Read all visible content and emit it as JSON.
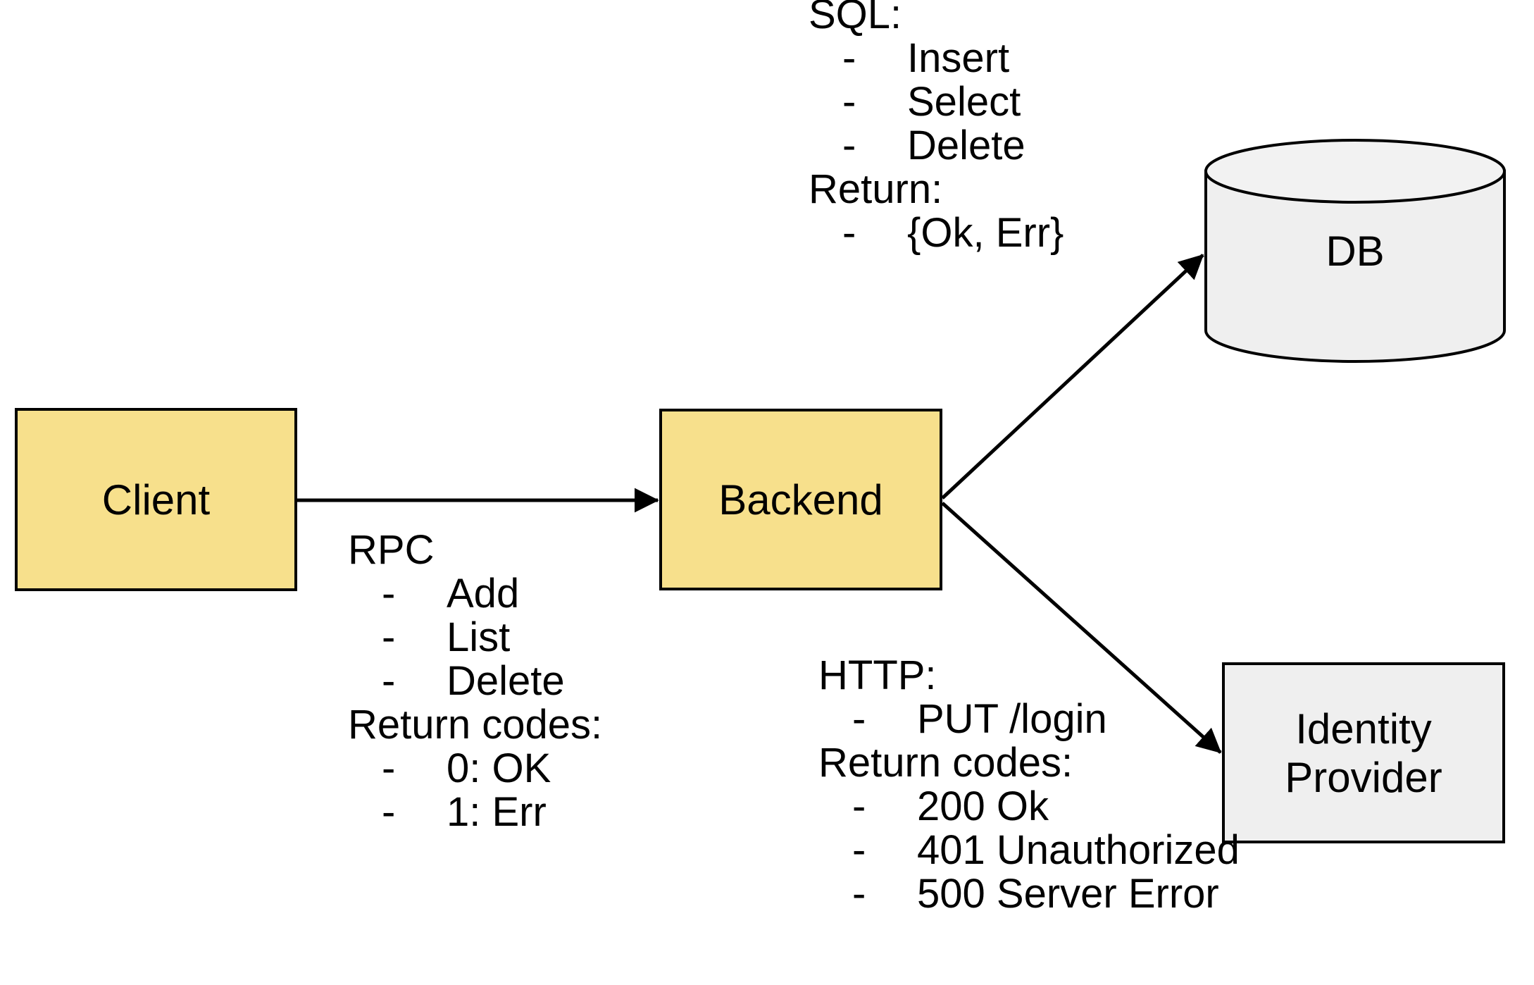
{
  "diagram": {
    "title": "Client / Backend / DB / Identity Provider architecture",
    "colors": {
      "node_fill_service": "#F7E08C",
      "node_fill_external": "#EFEFEF",
      "stroke": "#000000",
      "background": "#FFFFFF"
    }
  },
  "nodes": {
    "client": {
      "label": "Client",
      "shape": "rectangle",
      "fill": "#F7E08C"
    },
    "backend": {
      "label": "Backend",
      "shape": "rectangle",
      "fill": "#F7E08C"
    },
    "db": {
      "label": "DB",
      "shape": "cylinder",
      "fill": "#EFEFEF"
    },
    "identity_provider": {
      "label": "Identity\nProvider",
      "shape": "rectangle",
      "fill": "#EFEFEF"
    }
  },
  "edges": [
    {
      "id": "client-to-backend",
      "from": "client",
      "to": "backend",
      "arrow": "single",
      "protocol": "RPC"
    },
    {
      "id": "backend-to-db",
      "from": "backend",
      "to": "db",
      "arrow": "single",
      "protocol": "SQL"
    },
    {
      "id": "backend-to-idp",
      "from": "backend",
      "to": "identity_provider",
      "arrow": "single",
      "protocol": "HTTP"
    }
  ],
  "notes": {
    "rpc": {
      "heading": "RPC",
      "items": [
        "Add",
        "List",
        "Delete"
      ],
      "returns_heading": "Return codes:",
      "returns": [
        "0: OK",
        "1: Err"
      ],
      "dash": "-"
    },
    "sql": {
      "heading": "SQL:",
      "items": [
        "Insert",
        "Select",
        "Delete"
      ],
      "returns_heading": "Return:",
      "returns": [
        "{Ok, Err}"
      ],
      "dash": "-"
    },
    "http": {
      "heading": "HTTP:",
      "items": [
        "PUT /login"
      ],
      "returns_heading": "Return codes:",
      "returns": [
        "200 Ok",
        "401 Unauthorized",
        "500 Server Error"
      ],
      "dash": "-"
    }
  }
}
